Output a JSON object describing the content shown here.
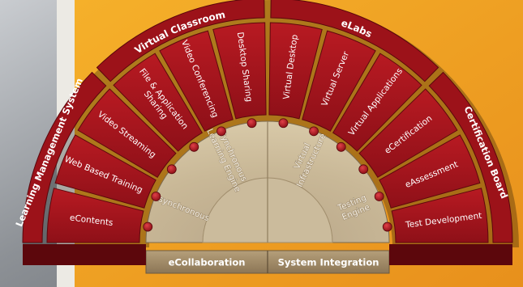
{
  "colors": {
    "brand_red": "#a3141c",
    "panel_dark_red": "#7a0c12",
    "orange_background": "#f0a020",
    "hub_tan": "#c8b596",
    "base_bar_tan": "#a8906b"
  },
  "categories": {
    "left": "Learning Management System",
    "top_left": "Virtual Classroom",
    "top_right": "eLabs",
    "right": "Certification Board"
  },
  "segments": [
    {
      "lines": [
        "eContents"
      ]
    },
    {
      "lines": [
        "Web Based Training"
      ]
    },
    {
      "lines": [
        "Video Streaming"
      ]
    },
    {
      "lines": [
        "File & Application",
        "Sharing"
      ]
    },
    {
      "lines": [
        "Video Conferencing"
      ]
    },
    {
      "lines": [
        "Desktop Sharing"
      ]
    },
    {
      "lines": [
        "Virtual Desktop"
      ]
    },
    {
      "lines": [
        "Virtual Server"
      ]
    },
    {
      "lines": [
        "Virtual Applications"
      ]
    },
    {
      "lines": [
        "eCertification"
      ]
    },
    {
      "lines": [
        "eAssessment"
      ]
    },
    {
      "lines": [
        "Test Development"
      ]
    }
  ],
  "hub": [
    {
      "lines": [
        "Asynchronous"
      ]
    },
    {
      "lines": [
        "Synchronous",
        "Learning Engine"
      ]
    },
    {
      "lines": [
        "Virtual",
        "Infrastructure"
      ]
    },
    {
      "lines": [
        "Testing",
        "Engine"
      ]
    }
  ],
  "base": {
    "left": "eCollaboration",
    "right": "System Integration"
  }
}
